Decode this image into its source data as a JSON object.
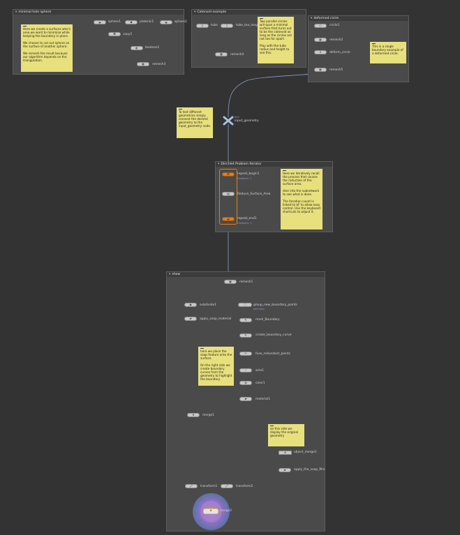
{
  "boxes": {
    "sphere": {
      "title": "minimal hole sphere"
    },
    "catenoid": {
      "title": "Catenoid example"
    },
    "deformed": {
      "title": "deformed circle"
    },
    "dirichlet": {
      "title": "Dirichlet Problem Iterator"
    },
    "show": {
      "title": "show"
    }
  },
  "notes": {
    "sphere_note": "Here we create a surfaces who's area we want to minimize while keeping the boundary in place.\n\nWe choose to cut out sphere on the surface of another sphere.\n\nWe remesh the result because our algorithm depends on the triangulation.",
    "catenoid_note": "Two parallel circles will span a minimal surface that turns out to be the catenoid as long as the circles are not too far apart.\n\nPlay with the tube radius and height to see this.",
    "deformed_note": "This is a single boundary example of a deformed circle.",
    "input_note": "To test different geometries simply connect the desired geometry to the input_geometry node.",
    "dirichlet_note": "Here we iteratively recall the process that causes the reduction of the surface area.\n\ndive into the subnetwork to see what is done.\n\nThe iteration count is linked to $F to allow easy control. Use the keyboard shortcuts to adjust it.",
    "soap_note": "here we place the soap feature onto the surface.\n\nOn the right side we create boundary curves from the geometry to highlight the boundary.",
    "right_note": "on this side we display the original geometry"
  },
  "nodes": {
    "sphere1": "sphere1",
    "platonic1": "platonic1",
    "sphere2": "sphere2",
    "copy1": "copy1",
    "boolean1": "boolean1",
    "remesh3": "remesh3",
    "tube": "tube",
    "tube_too_long": "tube_too_long",
    "remesh4": "remesh4",
    "circle1": "circle1",
    "remesh2": "remesh2",
    "deform_circle": "deform_circle",
    "remesh5": "remesh5",
    "input_geometry": "input_geometry",
    "input_geometry_sub": "Null",
    "repeat_begin1": "repeat_begin1",
    "repeat_begin1_sub": "Feedback: 1",
    "reduce_surface_area": "Reduce_Surface_Area",
    "repeat_end1": "repeat_end1",
    "repeat_end1_sub": "Feedback: 1",
    "remesh1": "remesh1",
    "subdivide1": "subdivide1",
    "apply_soap_material": "apply_soap_material",
    "group_new_boundary_points": "group_new_boundary_points",
    "group_sub": "boundary",
    "mark_boundary": "mark_Boundary",
    "create_boundary_curve": "create_boundary_curve",
    "fuse_redundant_points": "fuse_redundant_points",
    "wire1": "wire1",
    "color1": "color1",
    "material1": "material1",
    "merge1": "merge1",
    "object_merge1": "object_merge1",
    "apply_the_soap_film": "apply_the_soap_film",
    "transform1": "transform1",
    "transform2": "transform2",
    "merge2": "merge2"
  },
  "colors": {
    "background": "#333333",
    "network_box": "#4a4a4a",
    "sticky_note": "#e8e07c",
    "wire": "#8aa0c8",
    "loop_highlight": "#e0801c",
    "display_flag": "#ffd000"
  }
}
